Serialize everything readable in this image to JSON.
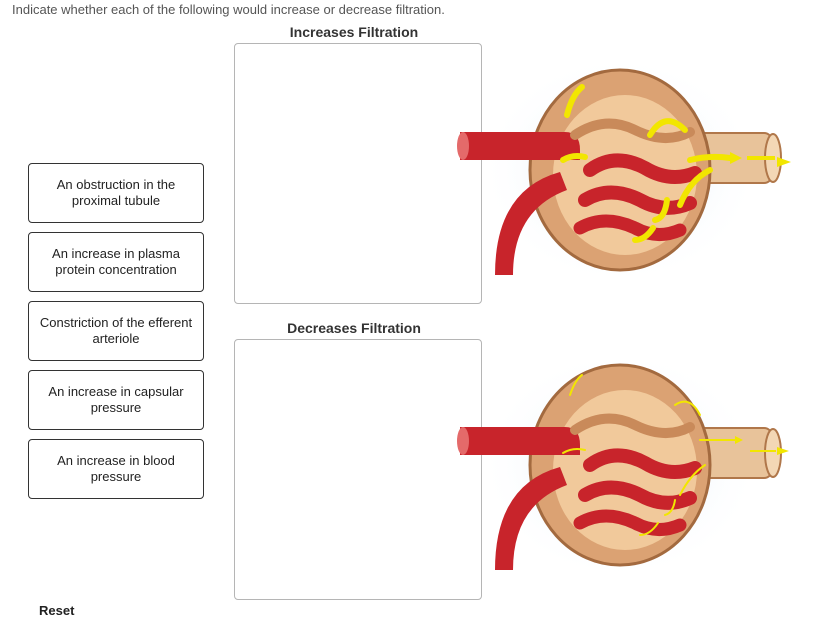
{
  "instruction": "Indicate whether each of the following would increase or decrease filtration.",
  "zones": {
    "increase": {
      "title": "Increases Filtration"
    },
    "decrease": {
      "title": "Decreases Filtration"
    }
  },
  "cards": [
    {
      "label": "An obstruction in the proximal tubule"
    },
    {
      "label": "An increase in plasma protein concentration"
    },
    {
      "label": "Constriction of the efferent arteriole"
    },
    {
      "label": "An increase in capsular pressure"
    },
    {
      "label": "An increase in blood pressure"
    }
  ],
  "reset_label": "Reset",
  "colors": {
    "artery": "#c8242b",
    "capsule": "#d9a070",
    "arrow": "#f2e600",
    "glow": "#cfe2f7"
  },
  "figures": [
    {
      "name": "glomerulus-increase-illustration",
      "arrow_style": "thick"
    },
    {
      "name": "glomerulus-decrease-illustration",
      "arrow_style": "thin"
    }
  ]
}
